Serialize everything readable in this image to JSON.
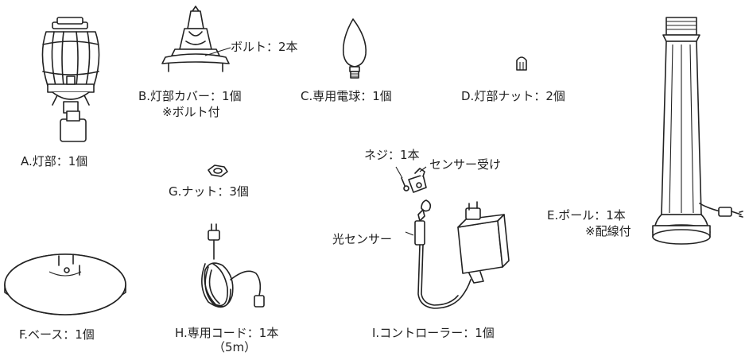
{
  "parts": {
    "a": {
      "label": "A.灯部：1個"
    },
    "b": {
      "label": "B.灯部カバー：1個",
      "note": "※ボルト付",
      "bolt_callout": "ボルト：2本"
    },
    "c": {
      "label": "C.専用電球：1個"
    },
    "d": {
      "label": "D.灯部ナット：2個"
    },
    "e": {
      "label": "E.ポール：1本",
      "note": "※配線付"
    },
    "f": {
      "label": "F.ベース：1個"
    },
    "g": {
      "label": "G.ナット：3個"
    },
    "h": {
      "label": "H.専用コード：1本",
      "note": "（5m）"
    },
    "i": {
      "label": "I.コントローラー：1個",
      "screw_callout": "ネジ：1本",
      "holder_callout": "センサー受け",
      "sensor_callout": "光センサー"
    }
  },
  "colors": {
    "ink": "#222222",
    "background": "#ffffff"
  }
}
